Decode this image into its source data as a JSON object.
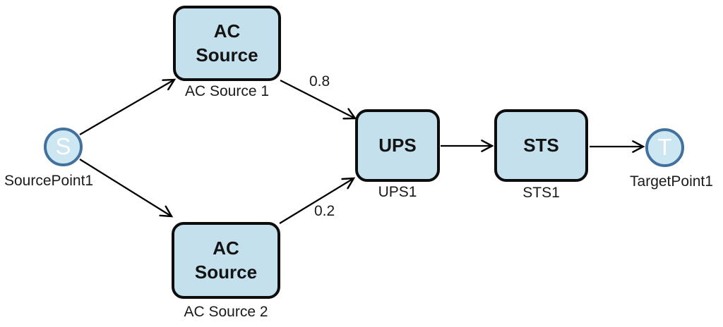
{
  "diagram": {
    "nodes": {
      "source_point": {
        "symbol": "S",
        "label": "SourcePoint1"
      },
      "ac_source_1": {
        "title": "AC\nSource",
        "label": "AC Source 1"
      },
      "ac_source_2": {
        "title": "AC\nSource",
        "label": "AC Source 2"
      },
      "ups": {
        "title": "UPS",
        "label": "UPS1"
      },
      "sts": {
        "title": "STS",
        "label": "STS1"
      },
      "target_point": {
        "symbol": "T",
        "label": "TargetPoint1"
      }
    },
    "edges": {
      "source_to_ac1": {
        "from": "SourcePoint1",
        "to": "AC Source 1",
        "label": ""
      },
      "source_to_ac2": {
        "from": "SourcePoint1",
        "to": "AC Source 2",
        "label": ""
      },
      "ac1_to_ups": {
        "from": "AC Source 1",
        "to": "UPS1",
        "label": "0.8"
      },
      "ac2_to_ups": {
        "from": "AC Source 2",
        "to": "UPS1",
        "label": "0.2"
      },
      "ups_to_sts": {
        "from": "UPS1",
        "to": "STS1",
        "label": ""
      },
      "sts_to_target": {
        "from": "STS1",
        "to": "TargetPoint1",
        "label": ""
      }
    },
    "colors": {
      "box_fill": "#c4e0ec",
      "box_border": "#0d0d0d",
      "circle_fill": "#cce6f2",
      "circle_border": "#41719c",
      "edge_color": "#000000",
      "label_color": "#1a1a1a",
      "symbol_color": "#ffffff"
    }
  }
}
